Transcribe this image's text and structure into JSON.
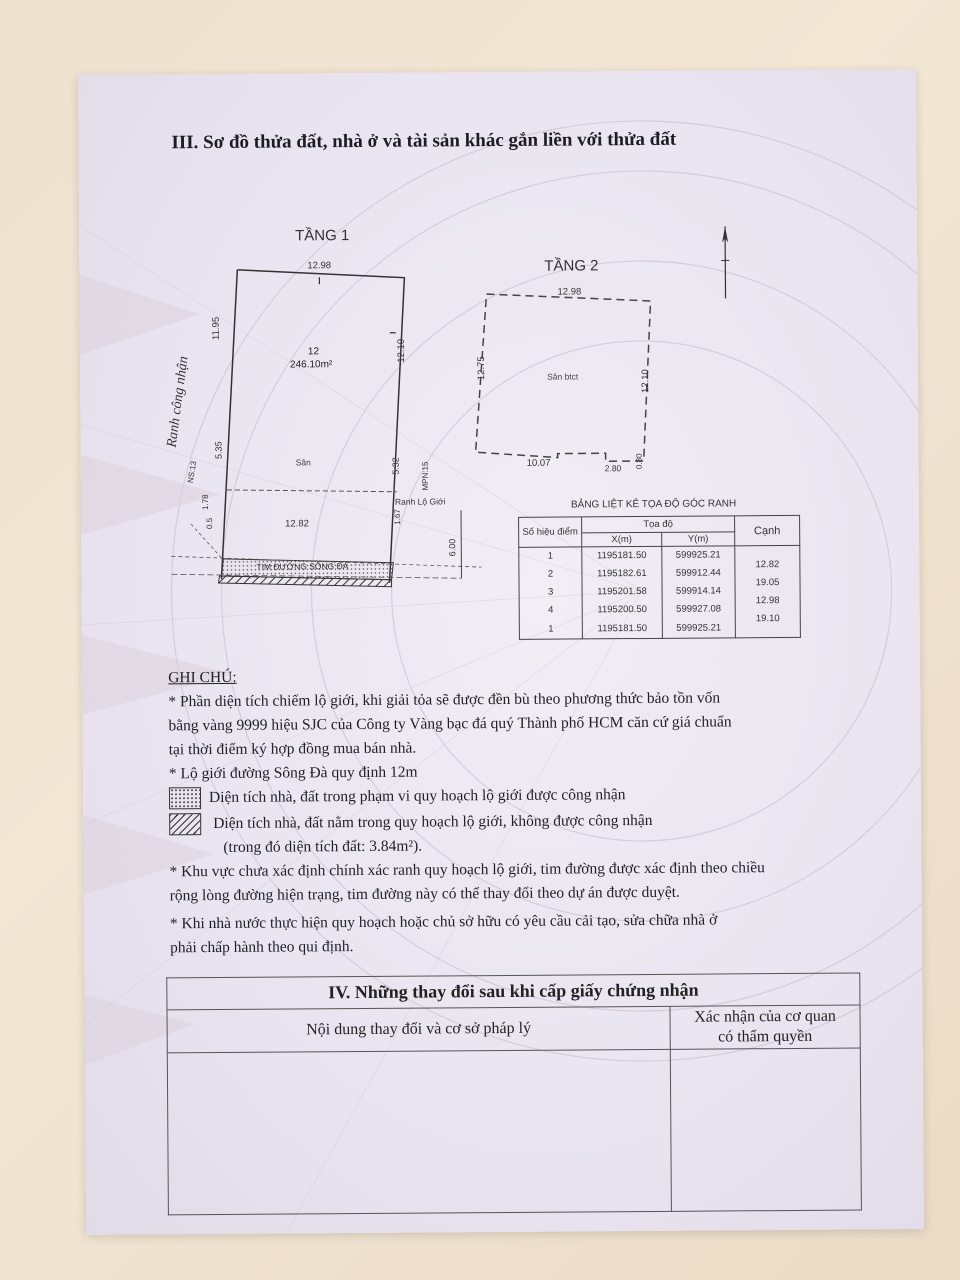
{
  "section3": {
    "title": "III. Sơ đồ thửa đất, nhà ở và tài sản khác gắn liền với thửa đất"
  },
  "floor1": {
    "label": "TẦNG 1",
    "top_dim": "12.98",
    "left_dim": "11.95",
    "right_dim": "12.10",
    "lower_left_dim": "5.35",
    "lower_right_dim": "5.32",
    "bottom_dim": "12.82",
    "lot_number": "12",
    "area": "246.10m²",
    "yard_label": "Sân",
    "ranh_cong_nhan": "Ranh công nhận",
    "ns_label": "NS:13",
    "mpn_label": "MPN:15",
    "strip_left_1": "1.78",
    "strip_left_2": "0.5",
    "strip_right": "1.67",
    "ranh_lo_gioi": "Ranh Lộ Giới",
    "road_center": "TIM ĐƯỜNG SÔNG ĐÀ",
    "road_offset": "6.00"
  },
  "floor2": {
    "label": "TẦNG 2",
    "top_dim": "12.98",
    "left_dim": "12.75",
    "right_dim": "12.10",
    "bottom_dim": "10.07",
    "notch_dim": "2.80",
    "notch_v_dim": "0.80",
    "slab_label": "Sân btct"
  },
  "coord_table": {
    "title": "BẢNG LIỆT KÊ TỌA ĐỘ GÓC RANH",
    "header_point": "Số hiệu điểm",
    "header_coord": "Tọa độ",
    "header_x": "X(m)",
    "header_y": "Y(m)",
    "header_edge": "Cạnh",
    "rows": [
      {
        "p": "1",
        "x": "1195181.50",
        "y": "599925.21"
      },
      {
        "p": "2",
        "x": "1195182.61",
        "y": "599912.44"
      },
      {
        "p": "3",
        "x": "1195201.58",
        "y": "599914.14"
      },
      {
        "p": "4",
        "x": "1195200.50",
        "y": "599927.08"
      },
      {
        "p": "1",
        "x": "1195181.50",
        "y": "599925.21"
      }
    ],
    "edges": [
      "12.82",
      "19.05",
      "12.98",
      "19.10"
    ]
  },
  "notes": {
    "heading": "GHI CHÚ:",
    "n1_l1": "* Phần diện tích chiếm lộ giới, khi giải tỏa sẽ được đền bù theo phương thức bảo tồn vốn",
    "n1_l2": "bằng vàng 9999 hiệu SJC của Công ty Vàng bạc đá quý Thành phố HCM căn cứ giá chuẩn",
    "n1_l3": "tại thời điểm ký hợp đồng mua bán nhà.",
    "n2": "* Lộ giới đường Sông Đà quy định 12m",
    "legend1": "Diện tích nhà, đất trong phạm vi quy hoạch lộ giới được công nhận",
    "legend2": "Diện tích nhà, đất nằm trong quy hoạch lộ giới, không được công nhận",
    "legend2_sub": "(trong đó diện tích đất: 3.84m²).",
    "n3_l1": "* Khu vực chưa xác định chính xác ranh quy hoạch lộ giới, tim đường được xác định theo chiều",
    "n3_l2": "rộng lòng đường hiện trạng, tim đường này có thể thay đổi theo dự án được duyệt.",
    "n4_l1": "* Khi nhà nước thực hiện quy hoạch hoặc chủ sở hữu có yêu cầu cải tạo, sửa chữa nhà ở",
    "n4_l2": "phải chấp hành theo qui định."
  },
  "section4": {
    "title": "IV. Những thay đổi sau khi cấp giấy chứng nhận",
    "col1": "Nội dung thay đổi và cơ sở pháp lý",
    "col2_l1": "Xác nhận của cơ quan",
    "col2_l2": "có thẩm quyền"
  },
  "colors": {
    "paper": "#ece8f1",
    "ink": "#1f1f26",
    "background": "#efe1cf"
  }
}
